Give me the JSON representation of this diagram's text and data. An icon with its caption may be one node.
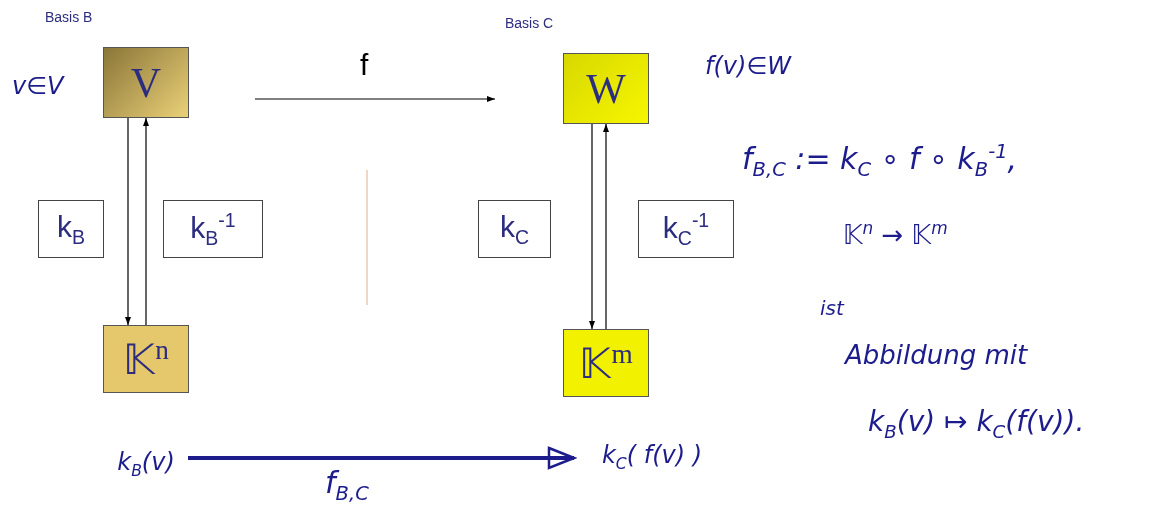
{
  "diagram": {
    "nodes": [
      {
        "text": [
          "V"
        ],
        "beside": [
          "Basis B"
        ]
      },
      {
        "text": [
          "W"
        ],
        "beside": [
          "Basis C"
        ]
      },
      {
        "text": [
          "k$_{B}$"
        ]
      },
      {
        "text": [
          "k$_{B}$$^{-1}$"
        ]
      },
      {
        "text": [
          "k$_{C}$"
        ]
      },
      {
        "text": [
          "k$_{C}$$^{-1}$"
        ]
      },
      {
        "text": [
          "𝕂$^{n}$"
        ]
      },
      {
        "text": [
          "𝕂$^{m}$"
        ]
      },
      {
        "text": [
          "k$_{B}$(v)"
        ]
      },
      {
        "text": [
          "k$_{C}$( f(v) )"
        ]
      }
    ],
    "edges": [
      {
        "from": 0,
        "to": 1,
        "arrow": "to",
        "label": "f"
      },
      {
        "from": 0,
        "to": 6,
        "arrow": "to"
      },
      {
        "from": 6,
        "to": 0,
        "arrow": "to"
      },
      {
        "from": 1,
        "to": 7,
        "arrow": "to"
      },
      {
        "from": 7,
        "to": 1,
        "arrow": "to"
      },
      {
        "from": 8,
        "to": 9,
        "arrow": "to",
        "label": "f$_{B,C}$",
        "style": "thick",
        "color": "#1c1c8c"
      }
    ],
    "labels": [
      "v∈V",
      "f(v)∈W",
      "f$_{B,C}$ := k$_{C}$ ∘ f ∘ k$_{B}$$^{-1}$,",
      "𝕂$^{n}$ → 𝕂$^{m}$",
      "ist",
      "Abbildung mit",
      "k$_{B}$(v) ↦ k$_{C}$(f(v))."
    ]
  }
}
